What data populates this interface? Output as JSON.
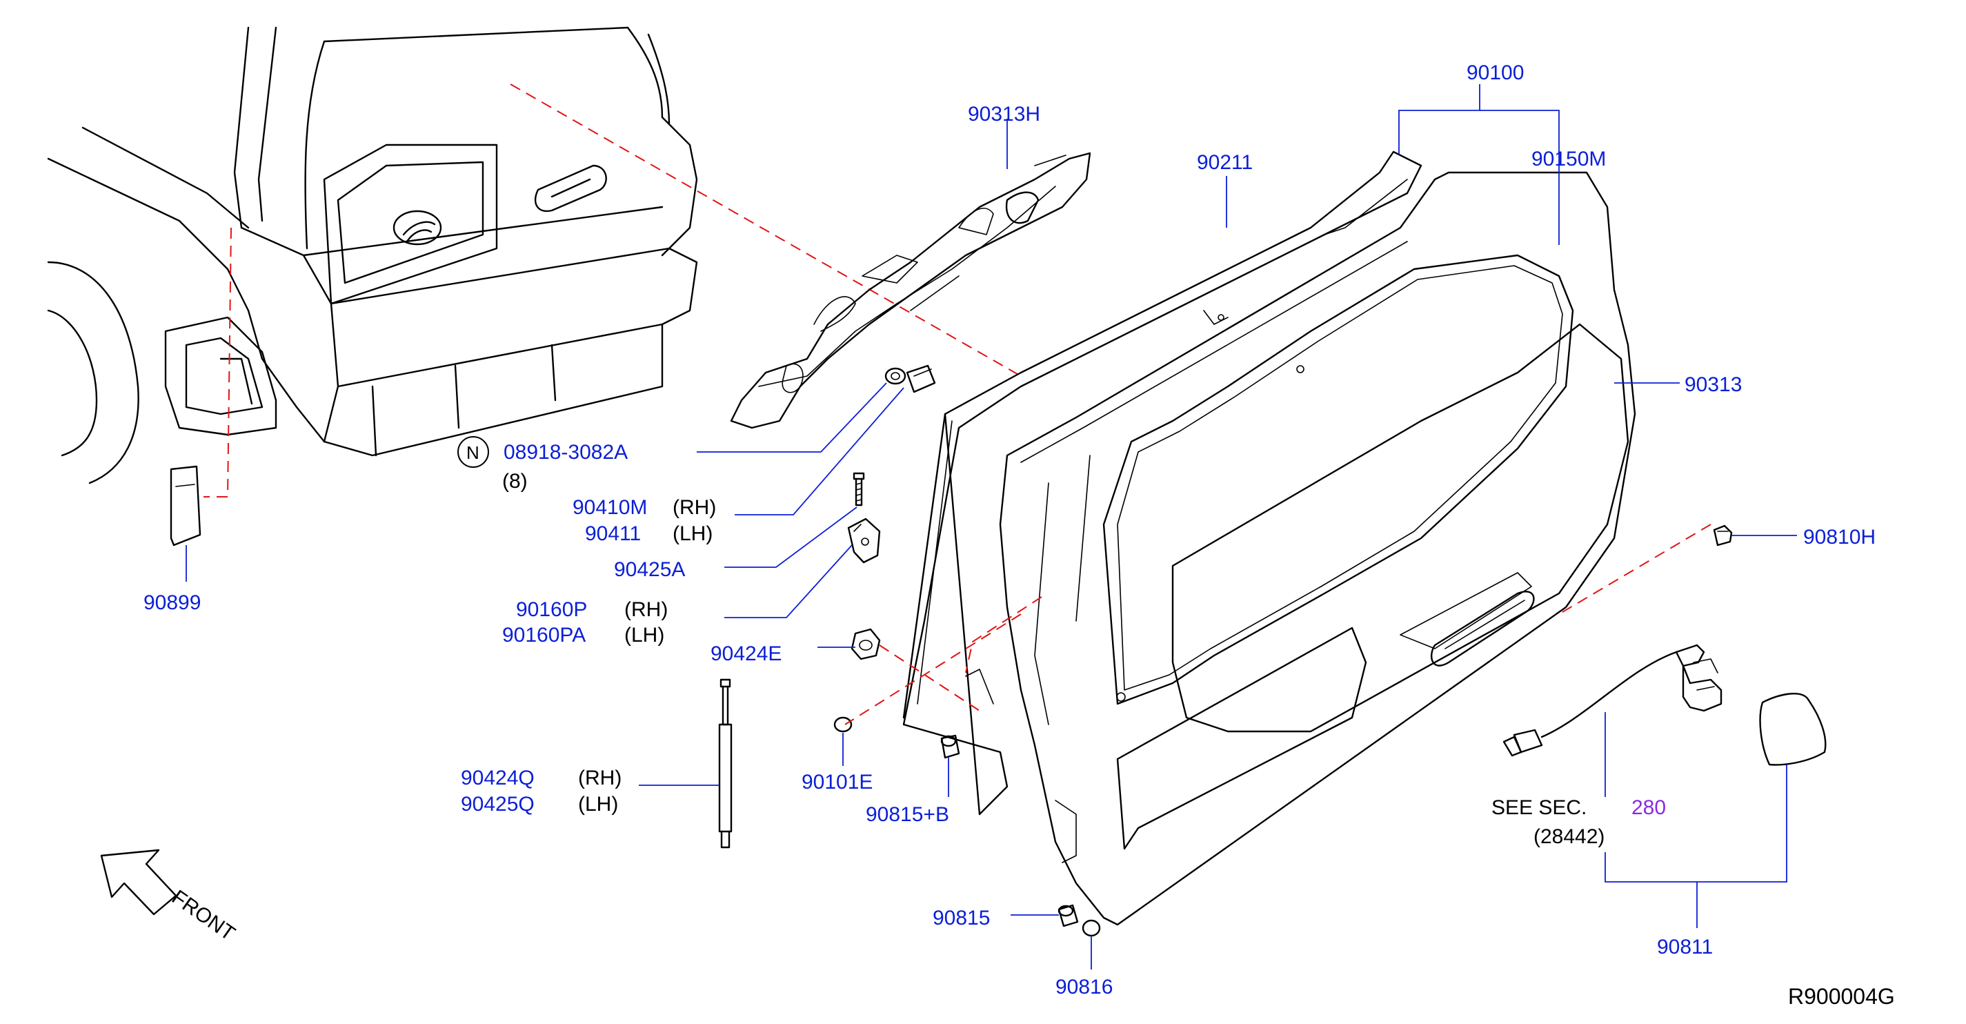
{
  "diagram": {
    "code": "R900004G",
    "front_label": "FRONT",
    "note_symbol": "N",
    "see_text": "SEE   SEC.",
    "see_section": "280",
    "see_section_sub": "(28442)",
    "rh": "(RH)",
    "lh": "(LH)",
    "qty_8": "(8)",
    "colors": {
      "label": "#0b1fd6",
      "section_ref": "#8a2be2",
      "guide_line": "#e01515",
      "line_art": "#000000"
    },
    "parts": {
      "p90100": "90100",
      "p90150M": "90150M",
      "p90211": "90211",
      "p90313H": "90313H",
      "p90313": "90313",
      "p08918": "08918-3082A",
      "p90410M": "90410M",
      "p90411": "90411",
      "p90425A": "90425A",
      "p90160P": "90160P",
      "p90160PA": "90160PA",
      "p90424E": "90424E",
      "p90424Q": "90424Q",
      "p90425Q": "90425Q",
      "p90101E": "90101E",
      "p90815B": "90815+B",
      "p90815": "90815",
      "p90816": "90816",
      "p90810H": "90810H",
      "p90811": "90811",
      "p90899": "90899"
    }
  }
}
